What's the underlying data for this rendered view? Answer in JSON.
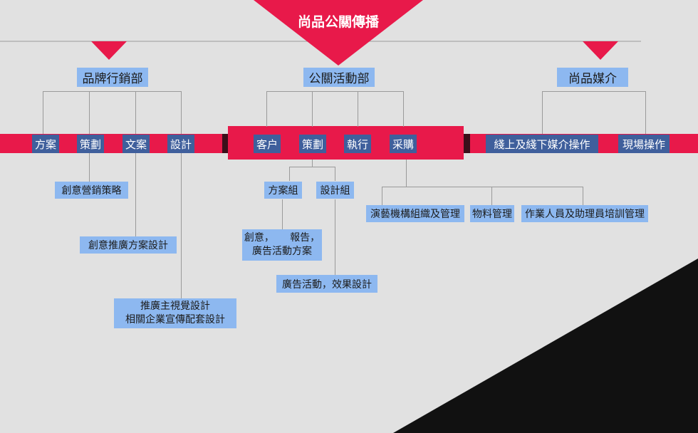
{
  "top": {
    "title": "尚品公關傳播"
  },
  "colors": {
    "accent_red": "#e8194a",
    "dark_band": "#3a0f1a",
    "label_light": "#8db8f0",
    "label_dark": "#3f5f9c",
    "line": "#9a9a9a",
    "background": "#e1e1e1",
    "corner_dark": "#111111"
  },
  "departments": {
    "brand": {
      "name": "品牌行銷部",
      "subs": [
        "方案",
        "策劃",
        "文案",
        "設計"
      ],
      "details": {
        "plan": "創意營銷策略",
        "copy": "創意推廣方案設計",
        "design_line1": "推廣主視覺設計",
        "design_line2": "相關企業宣傳配套設計"
      }
    },
    "pr": {
      "name": "公關活動部",
      "subs": [
        "客户",
        "策劃",
        "執行",
        "采購"
      ],
      "groups": [
        "方案組",
        "設計組"
      ],
      "group_details": {
        "plan_line1": "創意，     報告，",
        "plan_line2": "廣告活動方案",
        "design": "廣告活動，效果設計"
      },
      "purchase": [
        "演藝機構組織及管理",
        "物料管理",
        "作業人員及助理員培訓管理"
      ]
    },
    "media": {
      "name": "尚品媒介",
      "subs": [
        "綫上及綫下媒介操作",
        "現場操作"
      ]
    }
  }
}
